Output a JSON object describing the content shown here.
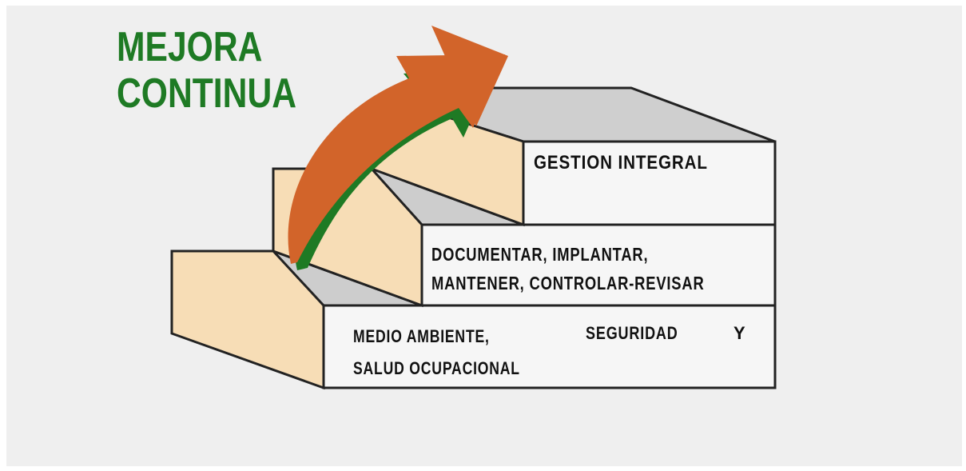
{
  "title": {
    "line1": "MEJORA",
    "line2": "CONTINUA"
  },
  "steps": {
    "top": "GESTION INTEGRAL",
    "middle_line1": "DOCUMENTAR, IMPLANTAR,",
    "middle_line2": "MANTENER, CONTROLAR-REVISAR",
    "bottom_left_line1": "MEDIO AMBIENTE,",
    "bottom_left_line2": "SALUD OCUPACIONAL",
    "bottom_right": "SEGURIDAD",
    "bottom_y": "Y"
  },
  "colors": {
    "background": "#efefef",
    "title_green": "#1e7a24",
    "riser_tan": "#f7ddb6",
    "tread_gray": "#cfcfcf",
    "face_white": "#f6f6f6",
    "arrow_orange": "#d2642a",
    "arrow_green": "#1e7a24"
  },
  "icons": [
    "curved-arrow-icon"
  ]
}
